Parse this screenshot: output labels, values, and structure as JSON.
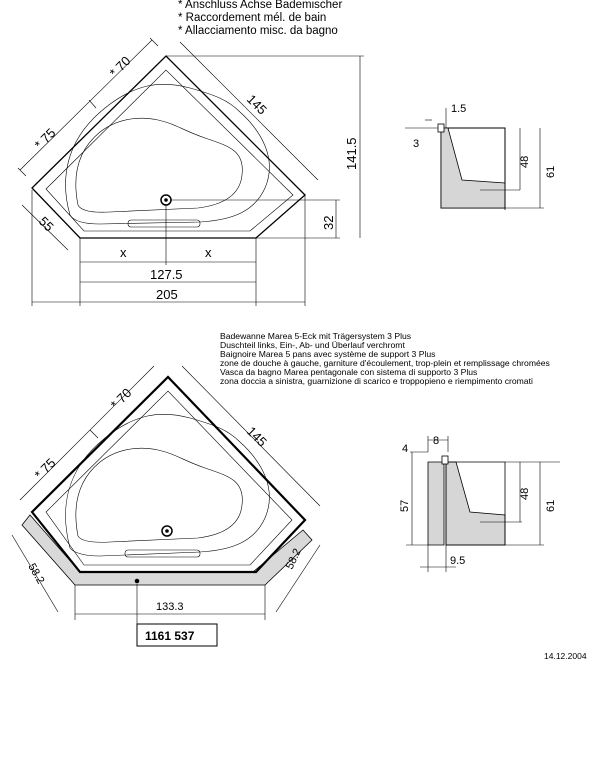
{
  "header_notes": [
    "* Anschluss Achse Bademischer",
    "* Raccordement mél. de bain",
    "* Allacciamento misc. da bagno"
  ],
  "top_plan": {
    "dim_70": "* 70",
    "dim_75": "* 75",
    "dim_145": "145",
    "dim_141_5": "141.5",
    "dim_55": "55",
    "dim_32": "32",
    "dim_x_left": "x",
    "dim_x_right": "x",
    "dim_127_5": "127.5",
    "dim_205": "205"
  },
  "top_section": {
    "dim_1_5": "1.5",
    "dim_3": "3",
    "dim_48": "48",
    "dim_61": "61"
  },
  "description": [
    "Badewanne Marea 5-Eck mit Trägersystem 3 Plus",
    "Duschteil links, Ein-, Ab- und Überlauf verchromt",
    "Baignoire Marea 5 pans avec système de support 3 Plus",
    "zone de douche à gauche, garniture d'écoulement, trop-plein et remplissage chromées",
    "Vasca da bagno Marea pentagonale con sistema di supporto 3 Plus",
    "zona doccia a sinistra, guarnizione di scarico e troppopieno e riempimento cromati"
  ],
  "bottom_plan": {
    "dim_70": "* 70",
    "dim_75": "* 75",
    "dim_145": "145",
    "dim_58_2_left": "58.2",
    "dim_58_2_right": "58.2",
    "dim_133_3": "133.3",
    "article_number": "1161 537"
  },
  "bottom_section": {
    "dim_4": "4",
    "dim_8": "8",
    "dim_57": "57",
    "dim_48": "48",
    "dim_61": "61",
    "dim_9_5": "9.5"
  },
  "date": "14.12.2004"
}
